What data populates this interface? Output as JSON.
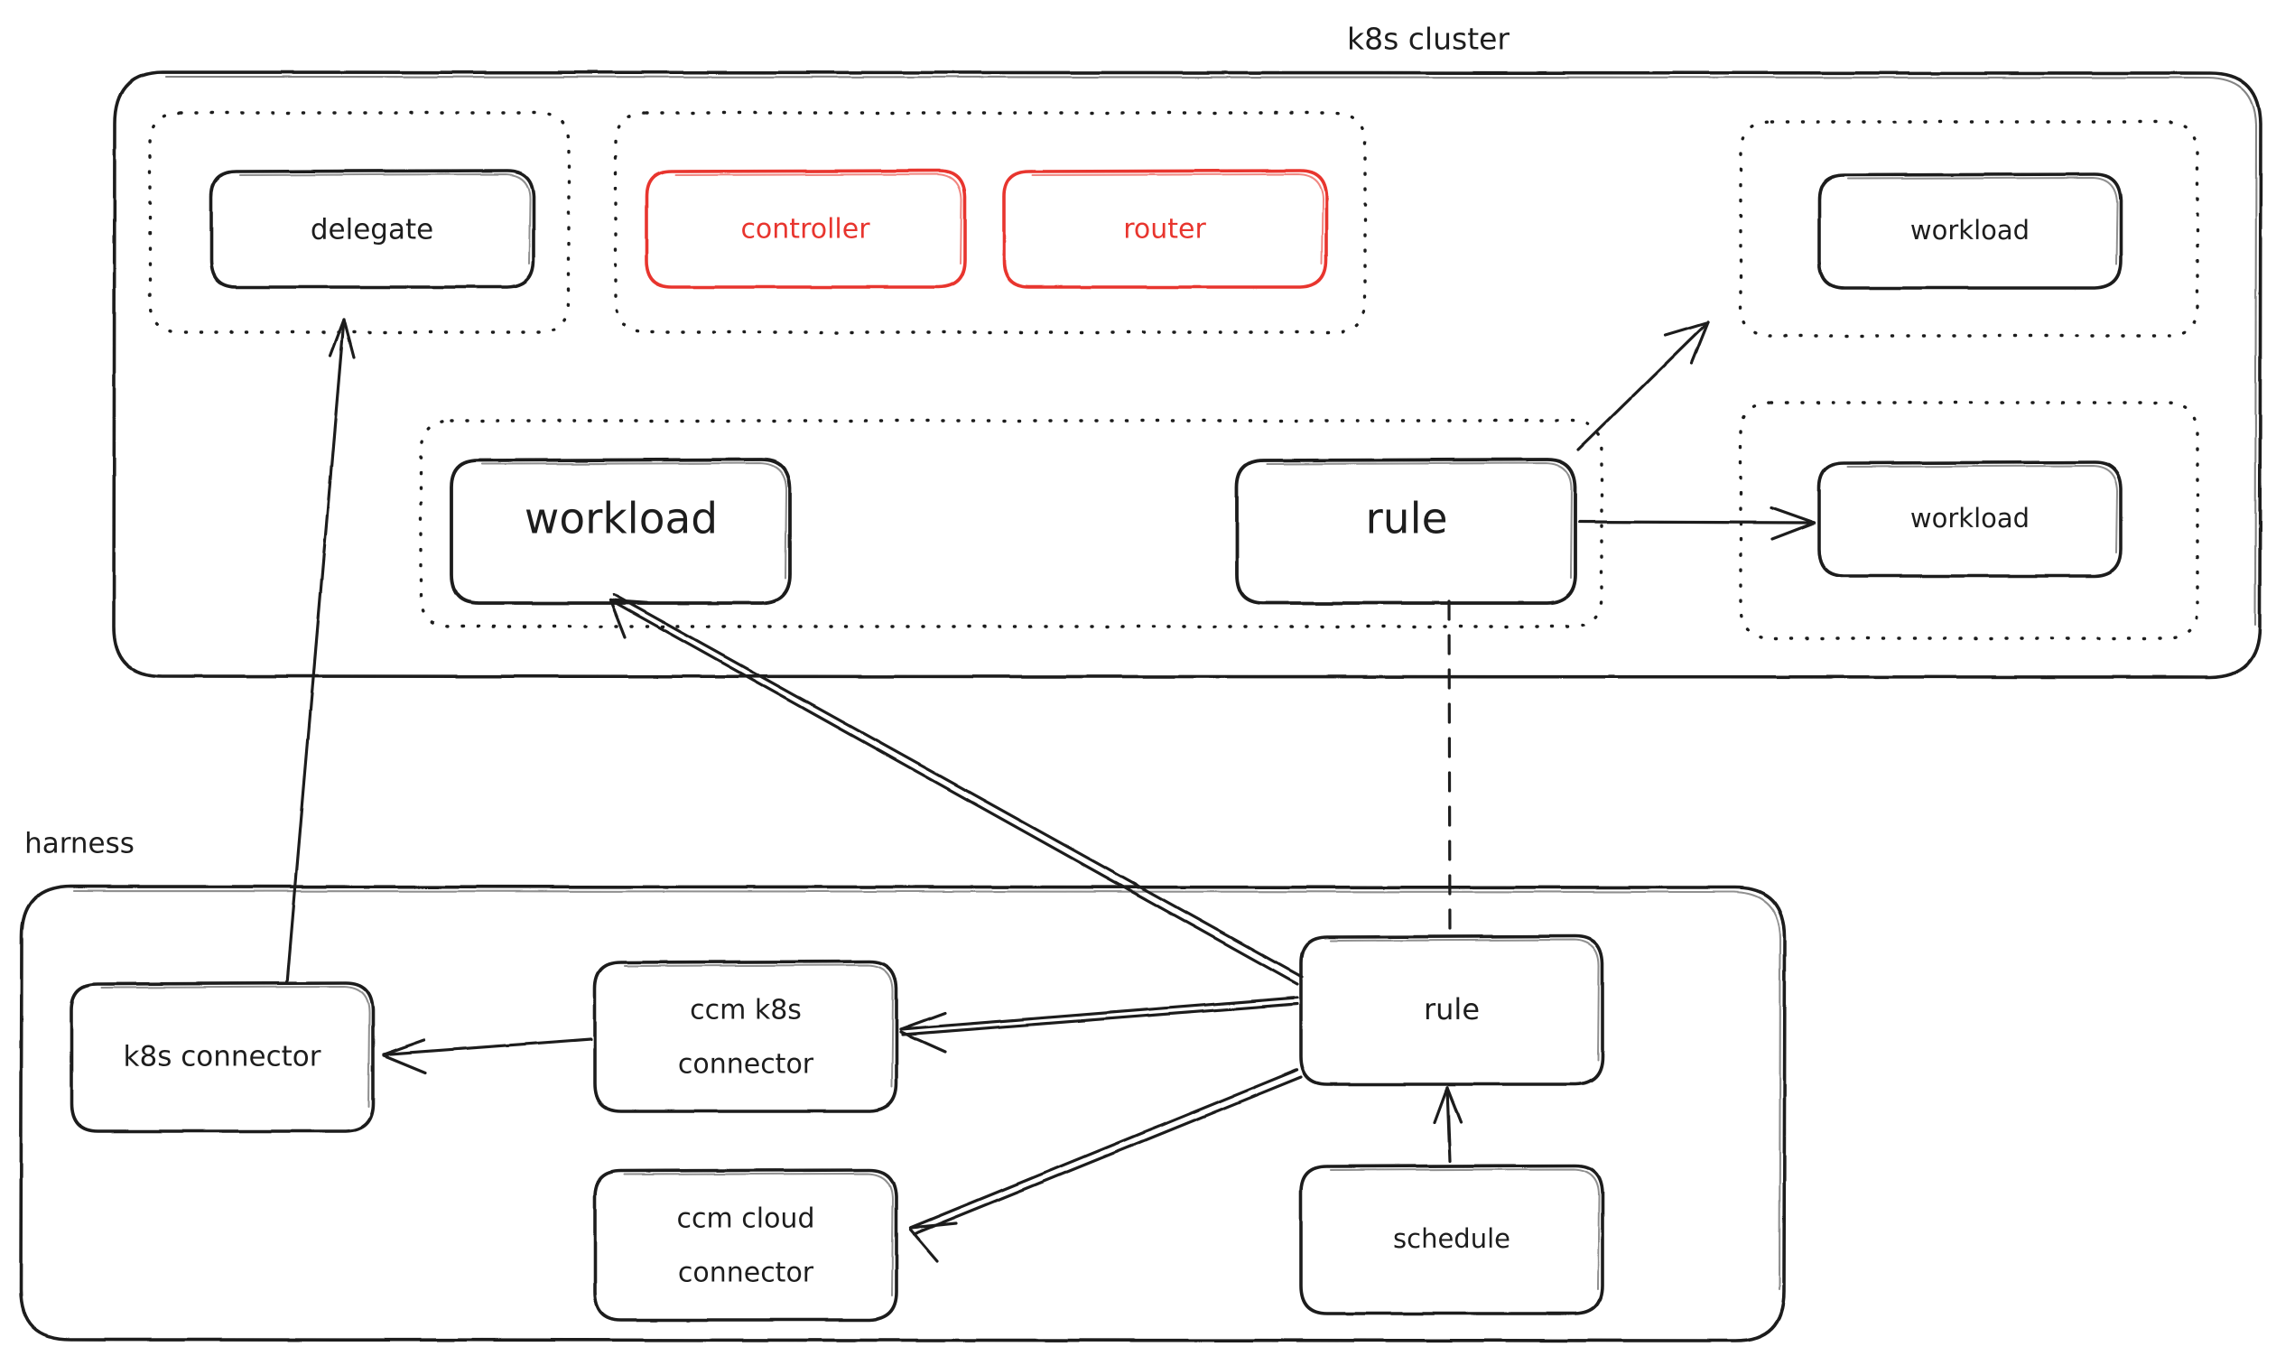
{
  "diagram": {
    "title": "k8s cluster and harness architecture",
    "background": "#ffffff",
    "ink_color": "#1d1d1d",
    "accent_color": "#e8352e"
  },
  "groups": {
    "cluster": {
      "label": "k8s cluster"
    },
    "harness": {
      "label": "harness"
    }
  },
  "nodes": {
    "delegate": {
      "label": "delegate"
    },
    "controller": {
      "label": "controller",
      "color": "#e8352e"
    },
    "router": {
      "label": "router",
      "color": "#e8352e"
    },
    "workload_top_right": {
      "label": "workload"
    },
    "workload_mid_right": {
      "label": "workload"
    },
    "workload_main": {
      "label": "workload"
    },
    "rule_cluster": {
      "label": "rule"
    },
    "k8s_connector": {
      "label": "k8s connector"
    },
    "ccm_k8s_connector": {
      "label_line1": "ccm k8s",
      "label_line2": "connector"
    },
    "ccm_cloud_connector": {
      "label_line1": "ccm cloud",
      "label_line2": "connector"
    },
    "rule_harness": {
      "label": "rule"
    },
    "schedule": {
      "label": "schedule"
    }
  },
  "edges": [
    {
      "from": "k8s_connector",
      "to": "delegate",
      "style": "solid-arrow"
    },
    {
      "from": "rule_harness",
      "to": "workload_main",
      "style": "solid-arrow"
    },
    {
      "from": "rule_harness",
      "to": "ccm_k8s_connector",
      "style": "solid-arrow"
    },
    {
      "from": "rule_harness",
      "to": "ccm_cloud_connector",
      "style": "solid-arrow"
    },
    {
      "from": "ccm_k8s_connector",
      "to": "k8s_connector",
      "style": "solid-arrow"
    },
    {
      "from": "schedule",
      "to": "rule_harness",
      "style": "solid-arrow"
    },
    {
      "from": "rule_cluster",
      "to": "workload_top_right",
      "style": "solid-arrow"
    },
    {
      "from": "rule_cluster",
      "to": "workload_mid_right",
      "style": "solid-arrow"
    },
    {
      "from": "rule_cluster",
      "to": "rule_harness",
      "style": "dashed"
    }
  ]
}
